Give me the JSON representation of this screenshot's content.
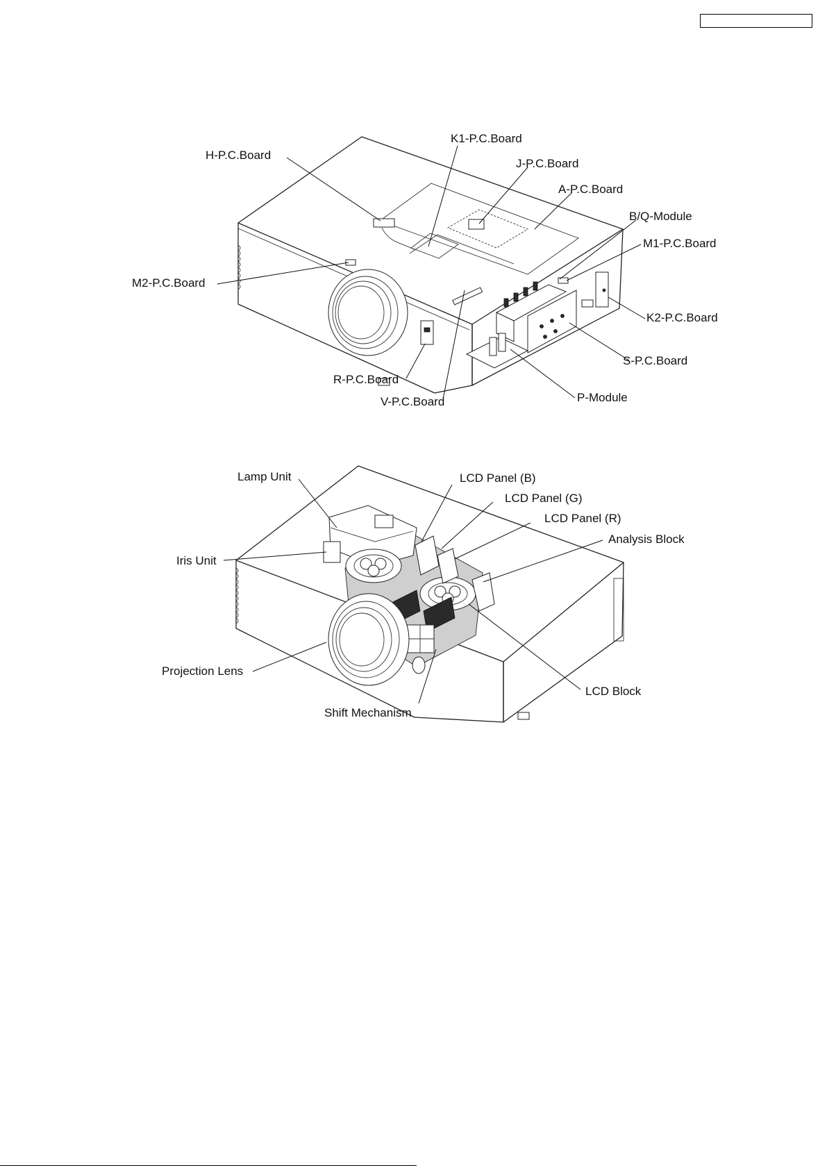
{
  "top_diagram": {
    "labels": {
      "h_pcb": "H-P.C.Board",
      "k1_pcb": "K1-P.C.Board",
      "j_pcb": "J-P.C.Board",
      "a_pcb": "A-P.C.Board",
      "bq_module": "B/Q-Module",
      "m1_pcb": "M1-P.C.Board",
      "m2_pcb": "M2-P.C.Board",
      "k2_pcb": "K2-P.C.Board",
      "s_pcb": "S-P.C.Board",
      "r_pcb": "R-P.C.Board",
      "p_module": "P-Module",
      "v_pcb": "V-P.C.Board"
    }
  },
  "bottom_diagram": {
    "labels": {
      "lamp_unit": "Lamp Unit",
      "lcd_panel_b": "LCD Panel (B)",
      "lcd_panel_g": "LCD Panel (G)",
      "lcd_panel_r": "LCD Panel (R)",
      "analysis_block": "Analysis Block",
      "iris_unit": "Iris Unit",
      "projection_lens": "Projection Lens",
      "lcd_block": "LCD Block",
      "shift_mechanism": "Shift Mechanism"
    }
  }
}
